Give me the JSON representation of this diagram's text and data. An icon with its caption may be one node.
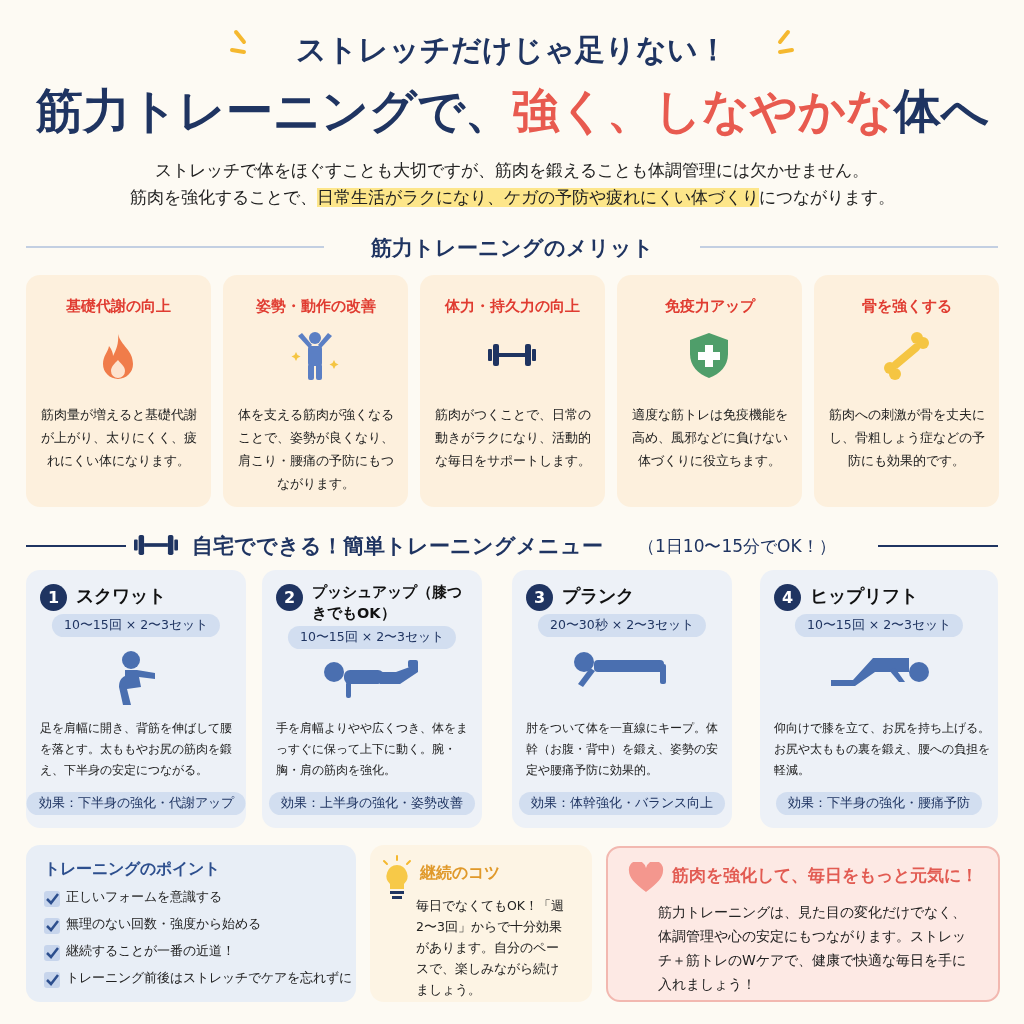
{
  "diagram": {
    "title": "筋力トレーニングで、**強く、しなやかな**体へ",
    "nodes": [
      {
        "text": [
          "基礎代謝の向上",
          "筋肉量が増えると基礎代謝が上がり、太りにくく、疲れにくい体になります。"
        ]
      },
      {
        "text": [
          "姿勢・動作の改善",
          "体を支える筋肉が強くなることで、姿勢が良くなり、肩こり・腰痛の予防にもつながります。"
        ]
      },
      {
        "text": [
          "体力・持久力の向上",
          "筋肉がつくことで、日常の動きがラクになり、活動的な毎日をサポートします。"
        ]
      },
      {
        "text": [
          "免疫力アップ",
          "適度な筋トレは免疫機能を高め、風邪などに負けない体づくりに役立ちます。"
        ]
      },
      {
        "text": [
          "骨を強くする",
          "筋肉への刺激が骨を丈夫にし、骨粗しょう症などの予防にも効果的です。"
        ]
      },
      {
        "text": [
          "1",
          "スクワット",
          "10〜15回 × 2〜3セット",
          "足を肩幅に開き、背筋を伸ばして腰を落とす。太ももやお尻の筋肉を鍛え、下半身の安定につながる。",
          "効果：下半身の強化・代謝アップ"
        ]
      },
      {
        "text": [
          "2",
          "プッシュアップ（膝つきでもOK）",
          "10〜15回 × 2〜3セット",
          "手を肩幅よりやや広くつき、体をまっすぐに保って上下に動く。腕・胸・肩の筋肉を強化。",
          "効果：上半身の強化・姿勢改善"
        ]
      },
      {
        "text": [
          "3",
          "プランク",
          "20〜30秒 × 2〜3セット",
          "肘をついて体を一直線にキープ。体幹（お腹・背中）を鍛え、姿勢の安定や腰痛予防に効果的。",
          "効果：体幹強化・バランス向上"
        ]
      },
      {
        "text": [
          "4",
          "ヒップリフト",
          "10〜15回 × 2〜3セット",
          "仰向けで膝を立て、お尻を持ち上げる。お尻や太ももの裏を鍛え、腰への負担を軽減。",
          "効果：下半身の強化・腰痛予防"
        ]
      },
      {
        "text": [
          "トレーニングのポイント",
          "正しいフォームを意識する",
          "無理のない回数・強度から始める",
          "継続することが一番の近道！",
          "トレーニング前後はストレッチでケアを忘れずに"
        ]
      },
      {
        "text": [
          "継続のコツ",
          "毎日でなくてもOK！「週2〜3回」からで十分効果があります。自分のペースで、楽しみながら続けましょう。"
        ]
      },
      {
        "text": [
          "筋肉を強化して、毎日をもっと元気に！",
          "筋力トレーニングは、見た目の変化だけでなく、体調管理や心の安定にもつながります。ストレッチ＋筋トレのWケアで、健康で快適な毎日を手に入れましょう！"
        ]
      }
    ],
    "labels": [
      "ストレッチだけじゃ足りない！",
      "ストレッチで体をほぐすことも大切ですが、筋肉を鍛えることも体調管理には欠かせません。",
      "筋肉を強化することで、**日常生活がラクになり、ケガの予防や疲れにくい体づくり**につながります。",
      "筋力トレーニングのメリット",
      "自宅でできる！簡単トレーニングメニュー",
      "（1日10〜15分でOK！）"
    ]
  }
}
